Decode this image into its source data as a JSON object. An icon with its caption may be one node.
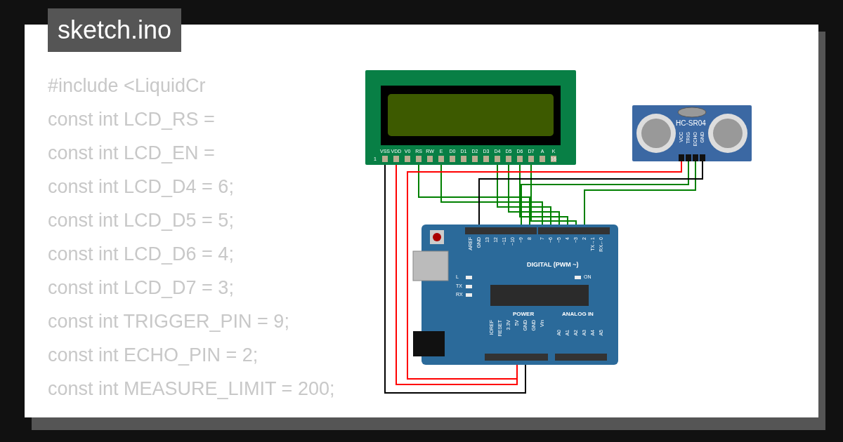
{
  "diagram": {
    "nodes": [
      {
        "text": [
          "VSS",
          "VDD",
          "V0",
          "RS",
          "RW",
          "E",
          "D0",
          "D1",
          "D2",
          "D3",
          "D4",
          "D5",
          "D6",
          "D7",
          "A",
          "K",
          "1",
          "16"
        ]
      },
      {
        "text": [
          "HC-SR04",
          "VCC",
          "TRIG",
          "ECHO",
          "GND"
        ]
      },
      {
        "text": [
          "AREF",
          "GND",
          "13",
          "12",
          "~11",
          "~10",
          "~9",
          "8",
          "7",
          "~6",
          "~5",
          "4",
          "~3",
          "2",
          "TX→1",
          "RX←0",
          "DIGITAL (PWM ~)",
          "L",
          "TX",
          "RX",
          "ON",
          "IOREF",
          "RESET",
          "3.3V",
          "5V",
          "GND",
          "GND",
          "Vin",
          "POWER",
          "ANALOG IN",
          "A0",
          "A1",
          "A2",
          "A3",
          "A4",
          "A5"
        ]
      }
    ],
    "edges": [
      {
        "from": 0,
        "to": 2,
        "arrow": "none",
        "color": "#000000"
      },
      {
        "from": 0,
        "to": 2,
        "arrow": "none",
        "color": "#ff0000"
      },
      {
        "from": 0,
        "to": 2,
        "arrow": "none"
      },
      {
        "from": 0,
        "to": 2,
        "arrow": "none"
      },
      {
        "from": 0,
        "to": 2,
        "arrow": "none"
      },
      {
        "from": 0,
        "to": 2,
        "arrow": "none"
      },
      {
        "from": 0,
        "to": 2,
        "arrow": "none"
      },
      {
        "from": 0,
        "to": 2,
        "arrow": "none"
      },
      {
        "from": 1,
        "to": 2,
        "arrow": "none",
        "color": "#ff0000"
      },
      {
        "from": 1,
        "to": 2,
        "arrow": "none"
      },
      {
        "from": 1,
        "to": 2,
        "arrow": "none"
      },
      {
        "from": 1,
        "to": 2,
        "arrow": "none",
        "color": "#000000"
      }
    ],
    "labels": [
      "sketch.ino",
      "#include <LiquidCr",
      "const int LCD_RS =",
      "const int LCD_EN =",
      "const int LCD_D4 = 6;",
      "const int LCD_D5 = 5;",
      "const int LCD_D6 = 4;",
      "const int LCD_D7 = 3;",
      "const int TRIGGER_PIN = 9;",
      "const int ECHO_PIN = 2;",
      "const int MEASURE_LIMIT = 200;"
    ]
  }
}
